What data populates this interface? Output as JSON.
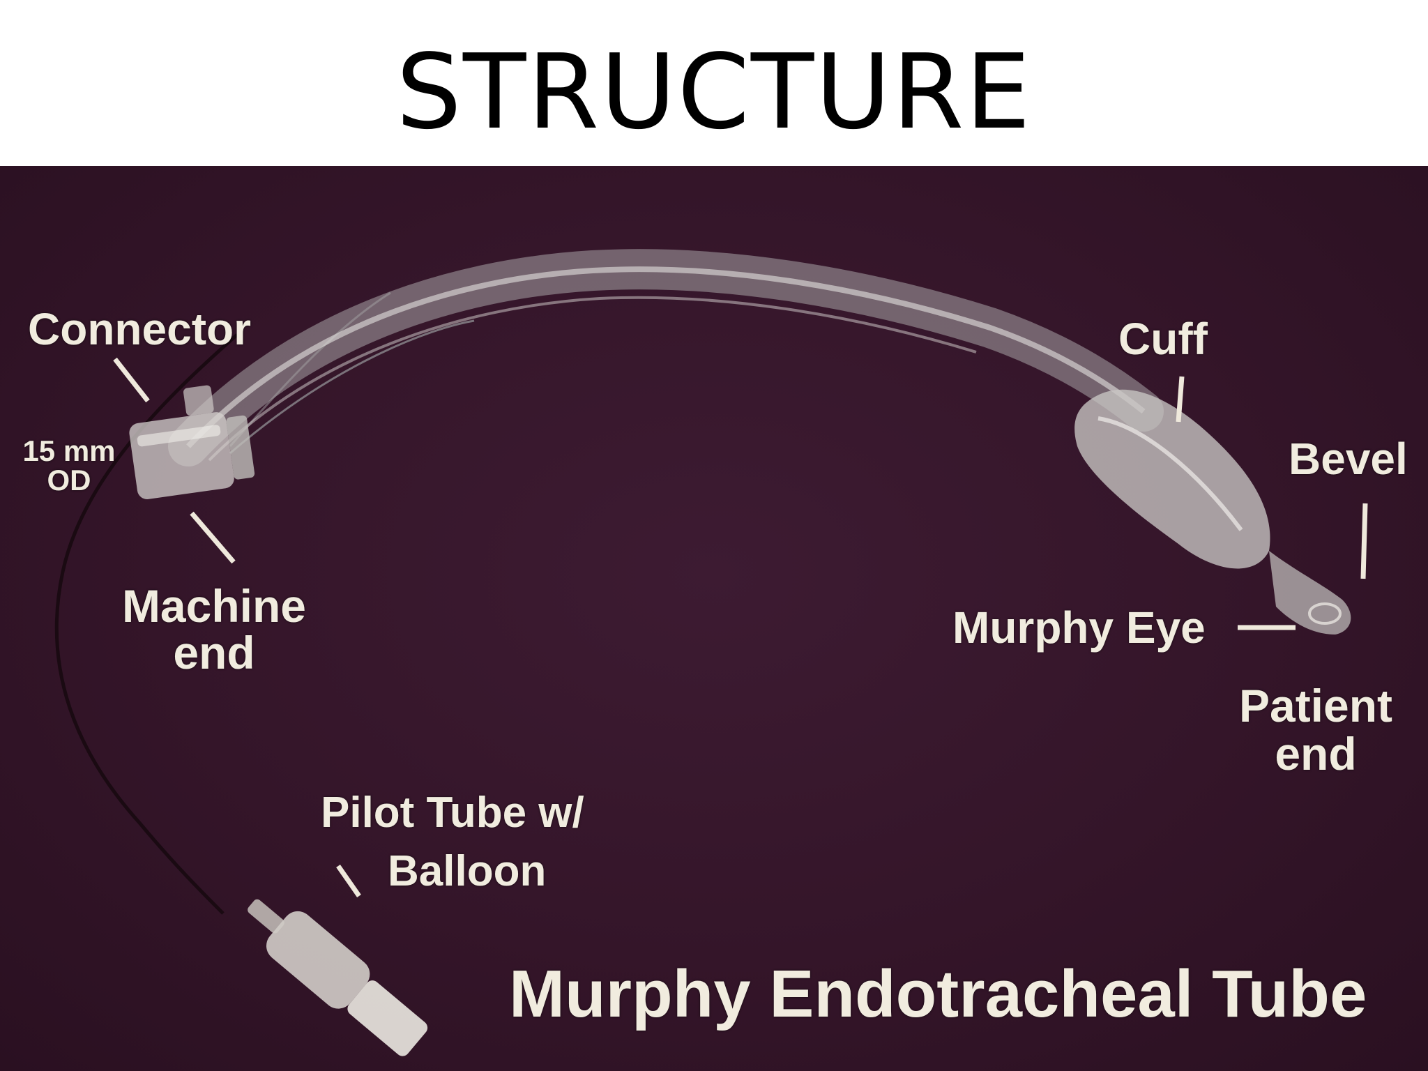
{
  "slide": {
    "title": "STRUCTURE"
  },
  "figure": {
    "caption": "Murphy Endotracheal Tube",
    "labels": {
      "connector": "Connector",
      "od_line1": "15 mm",
      "od_line2": "OD",
      "machine_line1": "Machine",
      "machine_line2": "end",
      "cuff": "Cuff",
      "bevel": "Bevel",
      "murphy_eye": "Murphy Eye",
      "patient_line1": "Patient",
      "patient_line2": "end",
      "pilot_line1": "Pilot Tube  w/",
      "pilot_line2": "Balloon"
    }
  },
  "colors": {
    "background_photo": "#341529",
    "label_text": "#f1ecdf",
    "tube": "#c9c6c4",
    "slide_background": "#ffffff"
  }
}
